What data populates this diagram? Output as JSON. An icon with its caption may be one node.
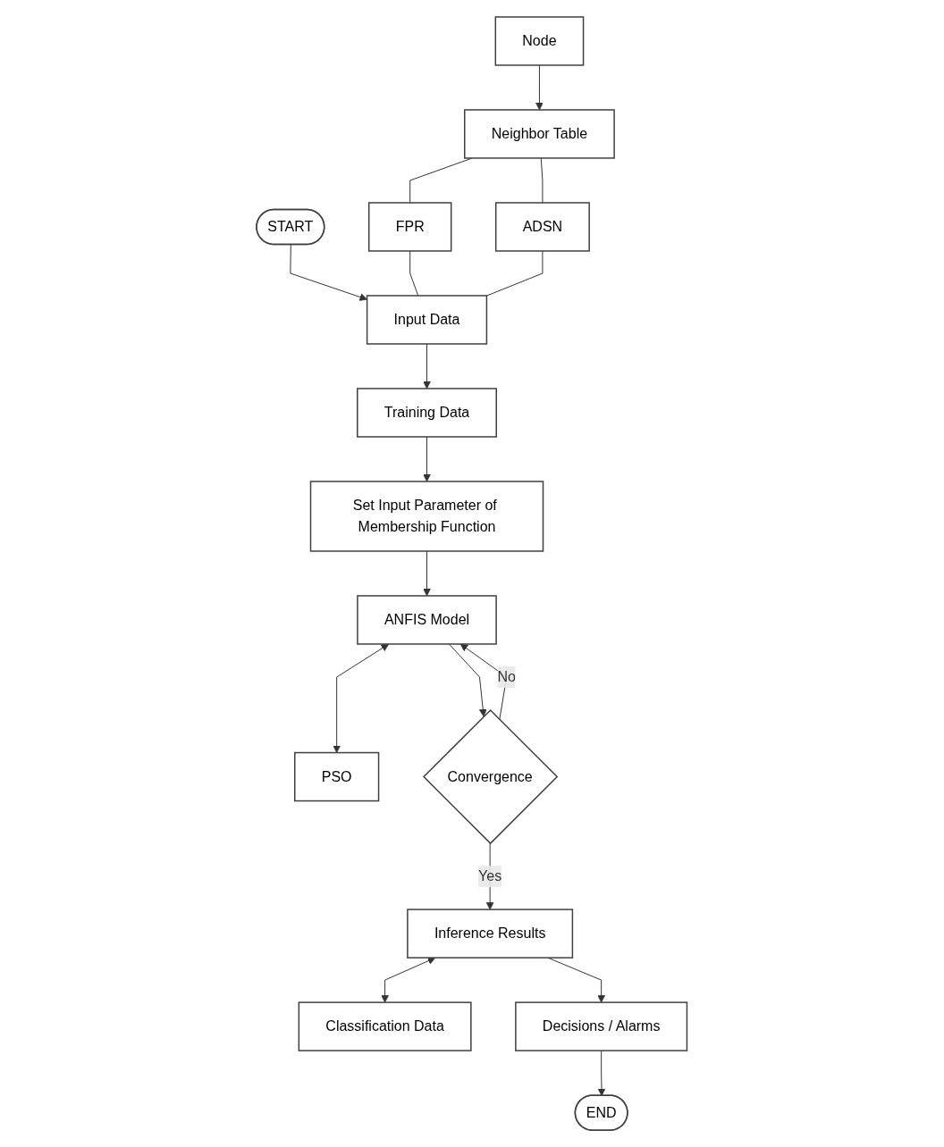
{
  "diagram": {
    "nodes": [
      {
        "text": [
          "START"
        ]
      },
      {
        "text": [
          "FPR"
        ]
      },
      {
        "text": [
          "Neighbor Table"
        ]
      },
      {
        "text": [
          "Input Data"
        ]
      },
      {
        "text": [
          "ADSN"
        ]
      },
      {
        "text": [
          "Node"
        ]
      },
      {
        "text": [
          "Training Data"
        ]
      },
      {
        "text": [
          "Set Input Parameter of Membership Function"
        ]
      },
      {
        "text": [
          "ANFIS Model"
        ]
      },
      {
        "text": [
          "PSO"
        ]
      },
      {
        "text": [
          "Convergence"
        ]
      },
      {
        "text": [
          "Inference Results"
        ]
      },
      {
        "text": [
          "Classification Data"
        ]
      },
      {
        "text": [
          "Decisions / Alarms"
        ]
      },
      {
        "text": [
          "END"
        ]
      }
    ],
    "edges": [
      {
        "from": 0,
        "to": 3,
        "arrow": "to"
      },
      {
        "from": 5,
        "to": 2,
        "arrow": "to"
      },
      {
        "from": 2,
        "to": 1,
        "arrow": "none"
      },
      {
        "from": 2,
        "to": 4,
        "arrow": "none"
      },
      {
        "from": 1,
        "to": 3,
        "arrow": "none"
      },
      {
        "from": 4,
        "to": 3,
        "arrow": "none"
      },
      {
        "from": 3,
        "to": 6,
        "arrow": "to"
      },
      {
        "from": 6,
        "to": 7,
        "arrow": "to"
      },
      {
        "from": 7,
        "to": 8,
        "arrow": "to"
      },
      {
        "from": 8,
        "to": 9,
        "arrow": "both"
      },
      {
        "from": 8,
        "to": 10,
        "arrow": "to"
      },
      {
        "from": 10,
        "to": 8,
        "arrow": "to",
        "label": "No"
      },
      {
        "from": 10,
        "to": 11,
        "arrow": "to",
        "label": "Yes"
      },
      {
        "from": 11,
        "to": 12,
        "arrow": "both"
      },
      {
        "from": 11,
        "to": 13,
        "arrow": "to"
      },
      {
        "from": 13,
        "to": 14,
        "arrow": "to"
      }
    ]
  }
}
